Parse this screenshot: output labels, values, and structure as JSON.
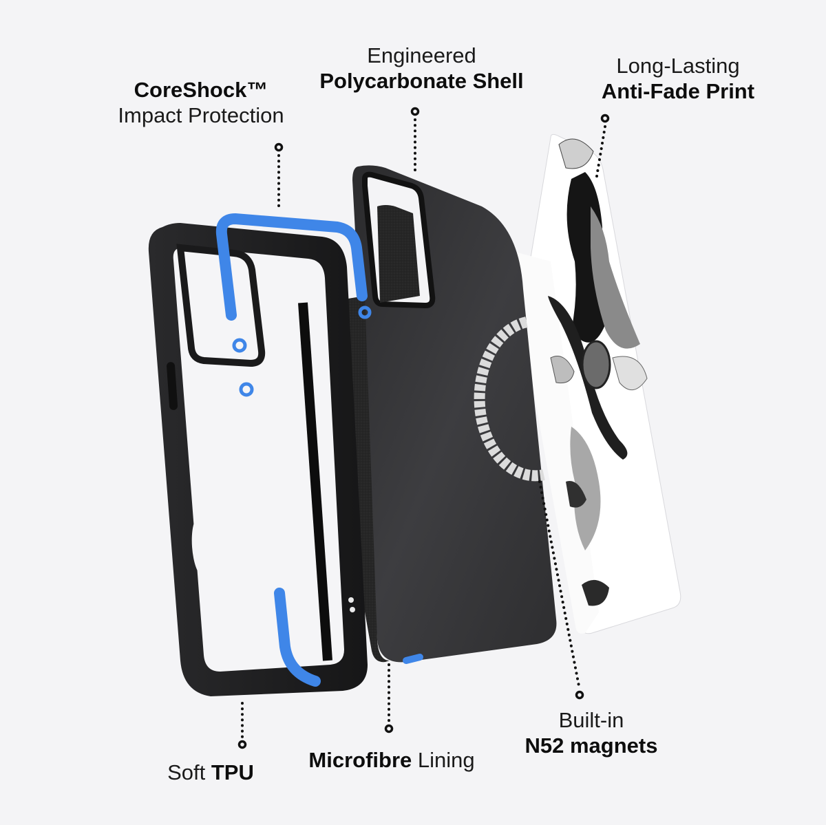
{
  "diagram": {
    "title": "Phone case exploded layer view",
    "background_color": "#f4f4f6",
    "accent_color": "#3f86e8",
    "case_colors": {
      "tpu_frame": "#1d1d1f",
      "coreshock_insert": "#3f86e8",
      "microfibre": "#2a2a2a",
      "shell": "#3a3a3c",
      "magnet_ring": "#d9d9d9",
      "print_plate": "#ffffff"
    },
    "layers": [
      {
        "id": "tpu-frame",
        "name": "Soft TPU frame"
      },
      {
        "id": "coreshock",
        "name": "CoreShock impact protection insert"
      },
      {
        "id": "microfibre",
        "name": "Microfibre lining"
      },
      {
        "id": "shell",
        "name": "Polycarbonate shell"
      },
      {
        "id": "magnets",
        "name": "N52 magnet ring"
      },
      {
        "id": "print",
        "name": "Anti-fade printed back plate"
      }
    ]
  },
  "callouts": {
    "coreshock": {
      "line1": "CoreShock™",
      "line2": "Impact Protection"
    },
    "shell": {
      "line1": "Engineered",
      "line2": "Polycarbonate Shell"
    },
    "print": {
      "line1": "Long-Lasting",
      "line2": "Anti-Fade Print"
    },
    "tpu": {
      "light": "Soft ",
      "bold": "TPU"
    },
    "lining": {
      "bold": "Microfibre",
      "light": " Lining"
    },
    "magnets": {
      "line1": "Built-in",
      "line2": "N52 magnets"
    }
  }
}
